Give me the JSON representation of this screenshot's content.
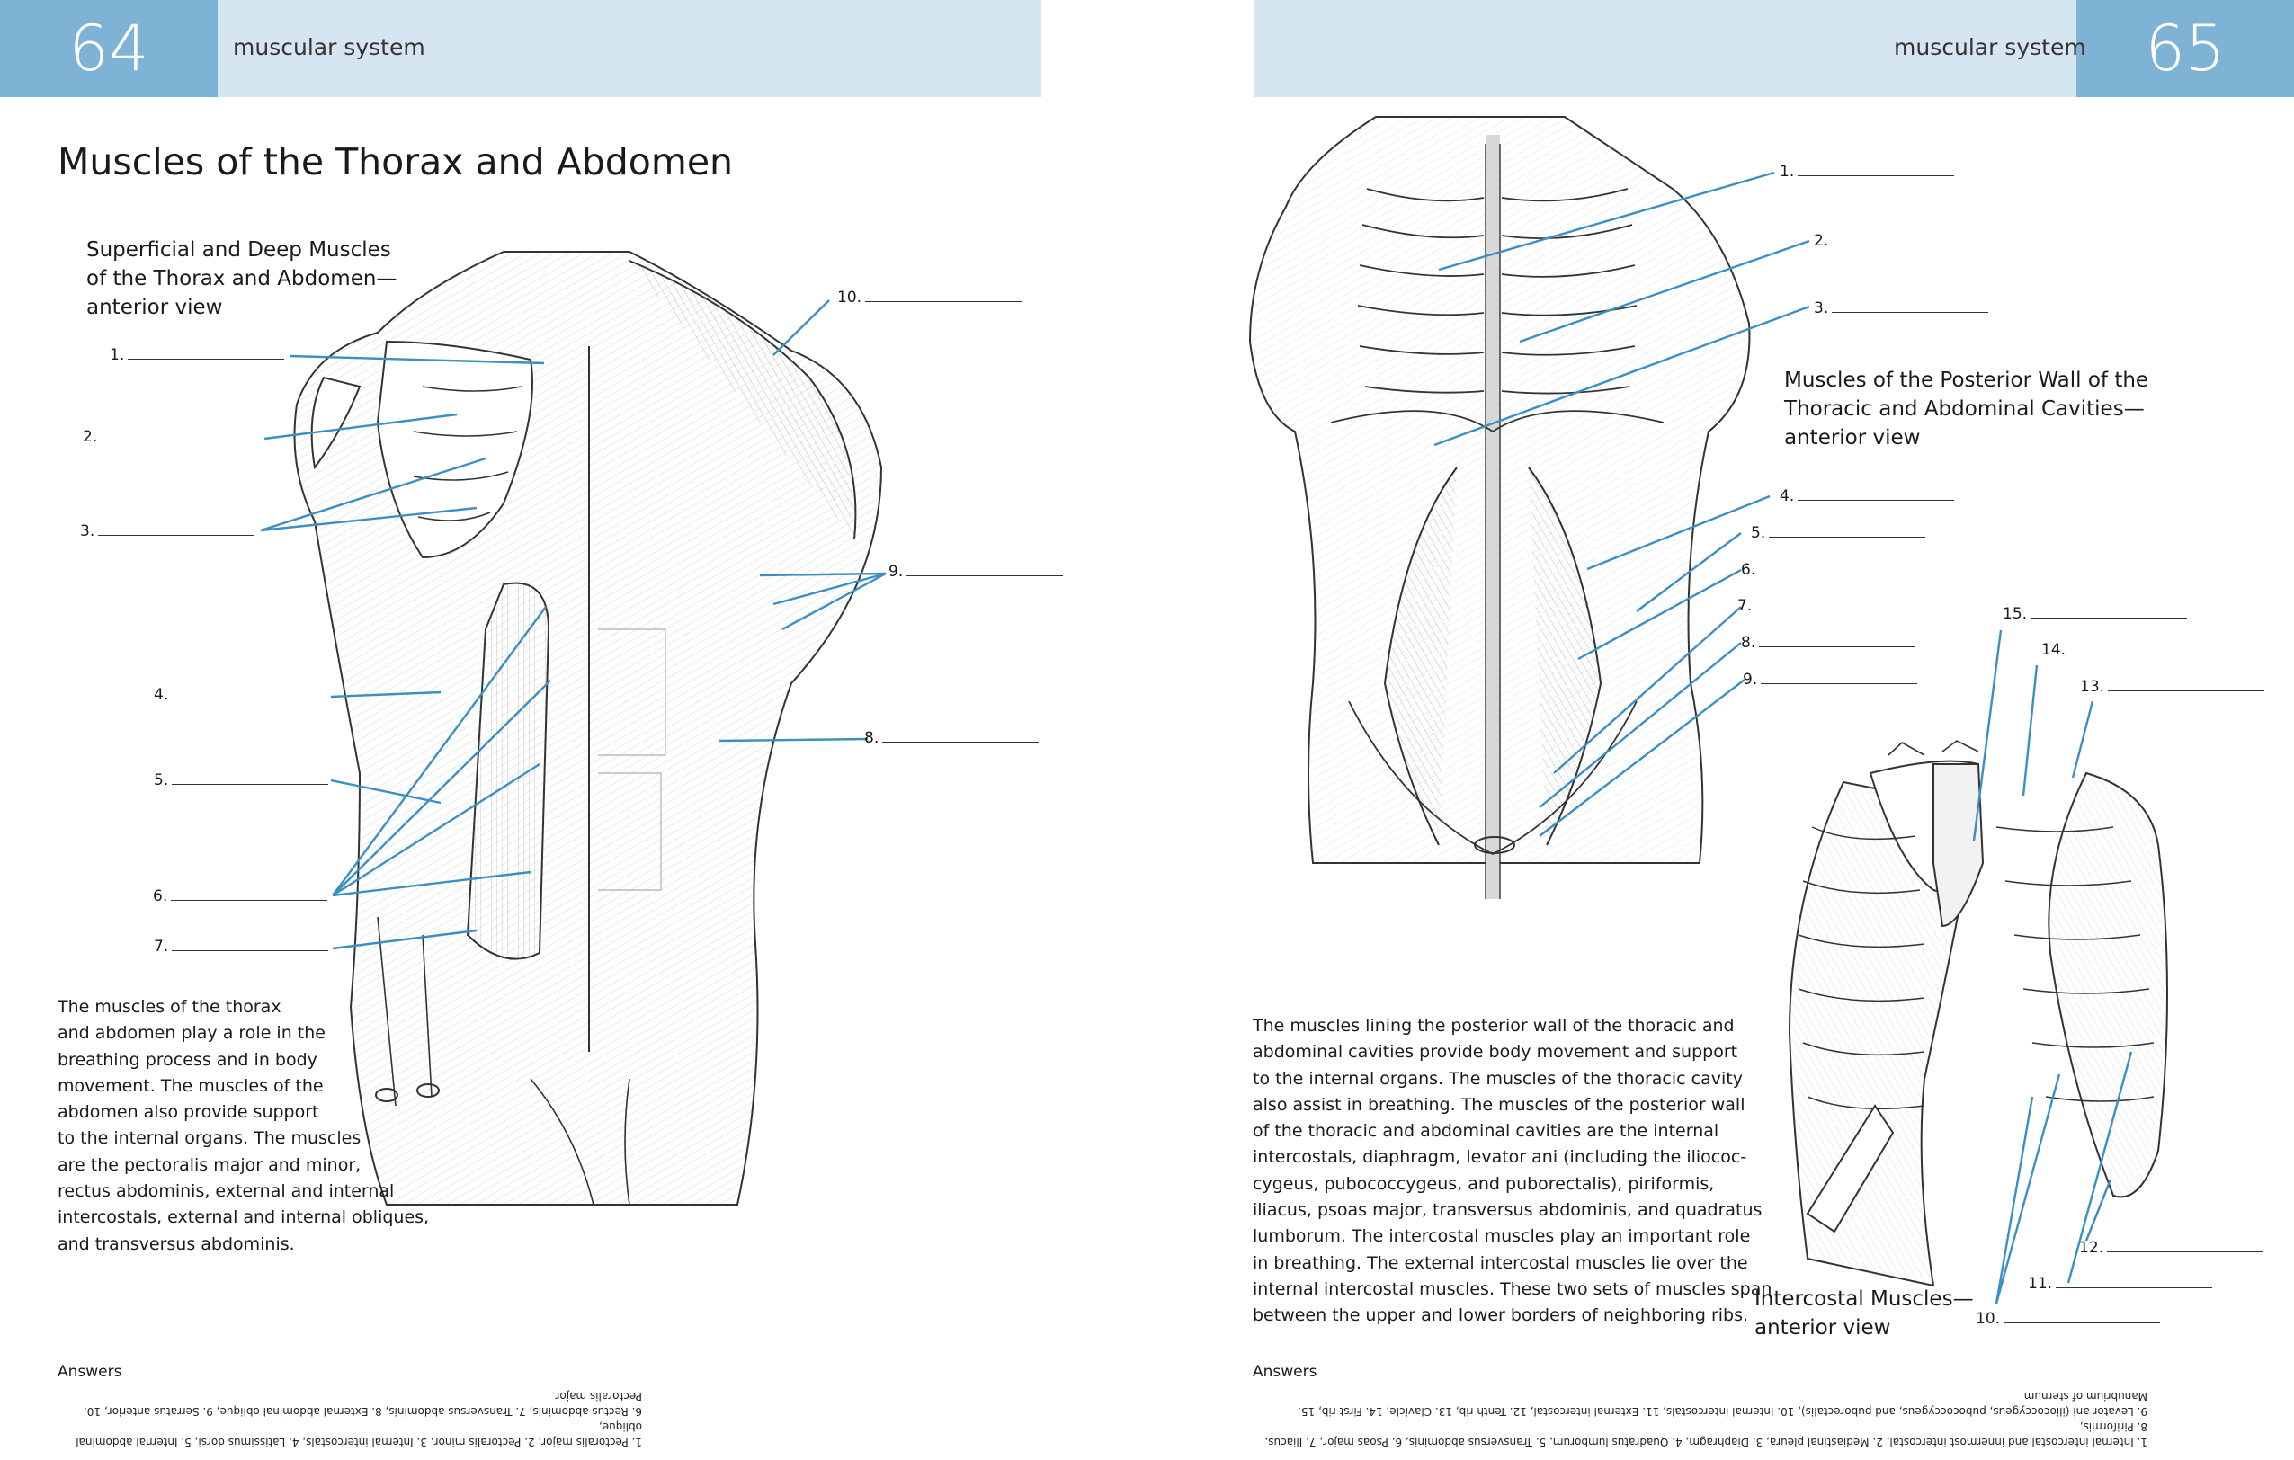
{
  "left_page": {
    "page_number": "64",
    "section": "muscular system",
    "title": "Muscles of the Thorax and Abdomen",
    "figure_caption": [
      "Superficial and Deep Muscles",
      "of the Thorax and Abdomen—",
      "anterior view"
    ],
    "labels": [
      "1.",
      "2.",
      "3.",
      "4.",
      "5.",
      "6.",
      "7.",
      "8.",
      "9.",
      "10."
    ],
    "body": [
      "The muscles of the thorax",
      "and abdomen play a role in the",
      "breathing process and in body",
      "movement. The muscles of the",
      "abdomen also provide support",
      "to the internal organs. The muscles",
      "are the pectoralis major and minor,",
      "rectus abdominis, external and internal",
      "intercostals, external and internal obliques,",
      "and transversus abdominis."
    ],
    "answers_heading": "Answers",
    "answers_text": [
      "1. Pectoralis major, 2. Pectoralis minor, 3. Internal intercostals, 4. Latissimus dorsi, 5. Internal abdominal oblique,",
      "6. Rectus abdominis, 7. Transversus abdominis, 8. External abdominal oblique, 9. Serratus anterior, 10. Pectoralis major"
    ]
  },
  "right_page": {
    "page_number": "65",
    "section": "muscular system",
    "figure_caption_1": [
      "Muscles of the Posterior Wall of the",
      "Thoracic and Abdominal Cavities—",
      "anterior view"
    ],
    "figure_caption_2": [
      "Intercostal Muscles—",
      "anterior view"
    ],
    "labels": [
      "1.",
      "2.",
      "3.",
      "4.",
      "5.",
      "6.",
      "7.",
      "8.",
      "9.",
      "10.",
      "11.",
      "12.",
      "13.",
      "14.",
      "15."
    ],
    "body": [
      "The muscles lining the posterior wall of the thoracic and",
      "abdominal cavities provide body movement and support",
      "to the internal organs. The muscles of the thoracic cavity",
      "also assist in breathing. The muscles of the posterior wall",
      "of the thoracic and abdominal cavities are the internal",
      "intercostals, diaphragm, levator ani (including the iliococ-",
      "cygeus, pubococcygeus, and puborectalis), piriformis,",
      "iliacus, psoas major, transversus abdominis, and quadratus",
      "lumborum. The intercostal muscles play an important role",
      "in breathing. The external intercostal muscles lie over the",
      "internal intercostal muscles. These two sets of muscles span",
      "between the upper and lower borders of neighboring ribs."
    ],
    "answers_heading": "Answers",
    "answers_text": [
      "1. Internal intercostal and innermost intercostal, 2. Mediastinal pleura, 3. Diaphragm, 4. Quadratus lumborum, 5. Transversus abdominis, 6. Psoas major, 7. Iliacus, 8. Piriformis,",
      "9. Levator ani (iliococcygeus, pubococcygeus, and puborectalis), 10. Internal intercostals, 11. External intercostal, 12. Tenth rib, 13. Clavicle, 14. First rib, 15. Manubrium of sternum"
    ]
  },
  "colors": {
    "header_bar": "#d6e6f0",
    "page_number_box": "#7fb3d5",
    "leader_line": "#3b8fc2"
  }
}
